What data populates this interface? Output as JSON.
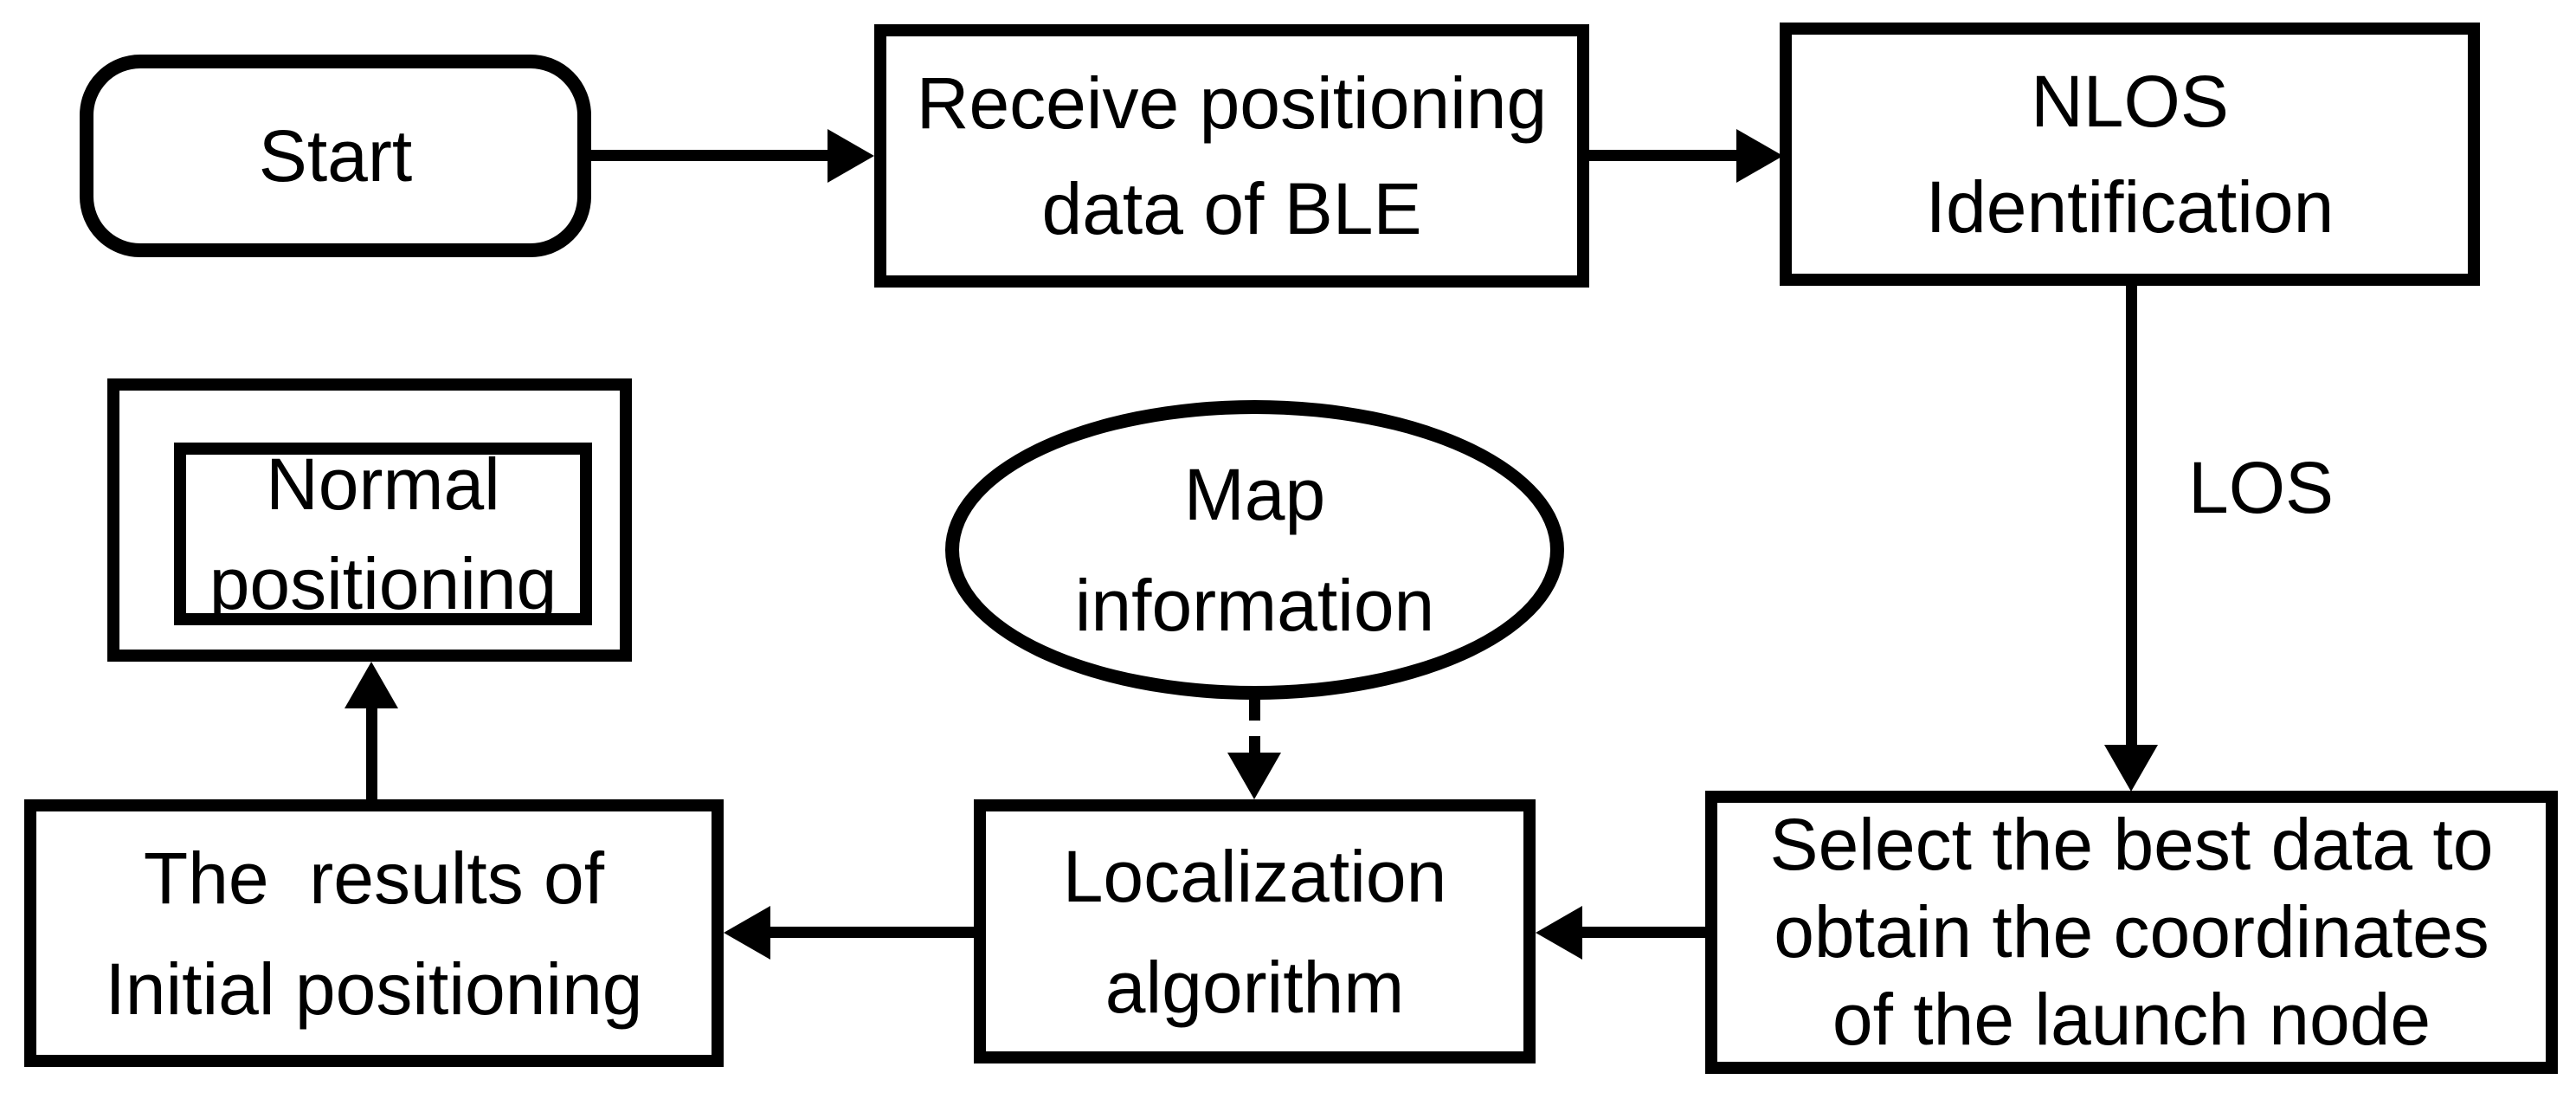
{
  "diagram": {
    "background": "#ffffff",
    "stroke_color": "#000000",
    "nodes": {
      "start": {
        "shape": "rounded-rectangle",
        "label": "Start"
      },
      "receive": {
        "shape": "rectangle",
        "line1": "Receive positioning",
        "line2": "data of BLE"
      },
      "nlos": {
        "shape": "rectangle",
        "line1": "NLOS",
        "line2": "Identification"
      },
      "normal": {
        "shape": "double-rectangle",
        "line1": "Normal",
        "line2": "positioning"
      },
      "map": {
        "shape": "ellipse",
        "line1": "Map",
        "line2": "information"
      },
      "select": {
        "shape": "rectangle",
        "line1": "Select the best data to",
        "line2": "obtain the coordinates",
        "line3": "of the launch node"
      },
      "localization": {
        "shape": "rectangle",
        "line1": "Localization",
        "line2": "algorithm"
      },
      "results": {
        "shape": "rectangle",
        "line1": "The  results of",
        "line2": "Initial positioning"
      }
    },
    "edges": {
      "start_to_receive": {
        "style": "solid",
        "label": ""
      },
      "receive_to_nlos": {
        "style": "solid",
        "label": ""
      },
      "nlos_to_select": {
        "style": "solid",
        "label": "LOS"
      },
      "select_to_localization": {
        "style": "solid",
        "label": ""
      },
      "map_to_localization": {
        "style": "dashed",
        "label": ""
      },
      "localization_to_results": {
        "style": "solid",
        "label": ""
      },
      "results_to_normal": {
        "style": "solid",
        "label": ""
      }
    }
  }
}
